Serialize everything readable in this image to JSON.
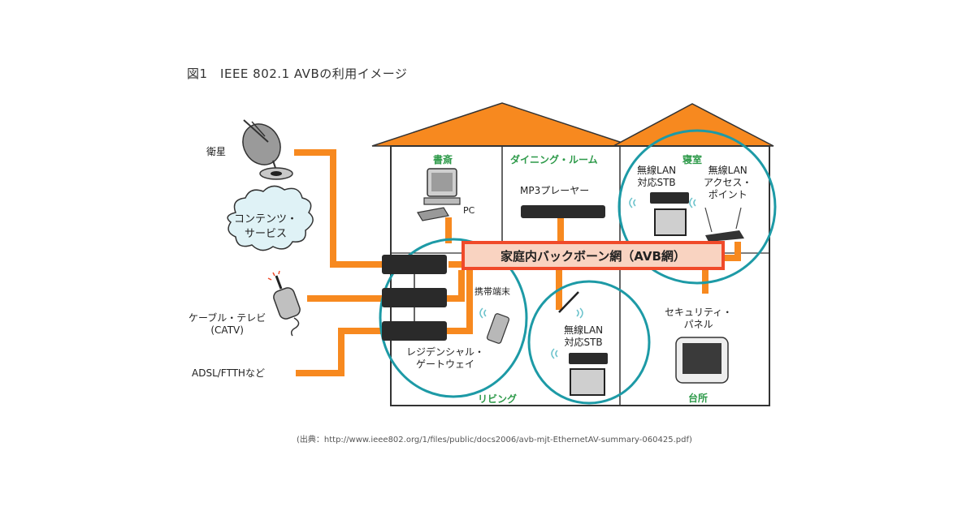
{
  "figure": {
    "title": "図1　IEEE 802.1 AVBの利用イメージ",
    "source": "(出典：http://www.ieee802.org/1/files/public/docs2006/avb-mjt-EthernetAV-summary-060425.pdf)"
  },
  "external": {
    "satellite": "衛星",
    "content_service": [
      "コンテンツ・",
      "サービス"
    ],
    "catv": [
      "ケーブル・テレビ",
      "(CATV)"
    ],
    "adsl": "ADSL/FTTHなど"
  },
  "rooms": {
    "study": "書斎",
    "dining": "ダイニング・ルーム",
    "bedroom": "寝室",
    "living": "リビング",
    "kitchen": "台所"
  },
  "devices": {
    "pc": "PC",
    "mp3": "MP3プレーヤー",
    "bedroom_stb": [
      "無線LAN",
      "対応STB"
    ],
    "access_point": [
      "無線LAN",
      "アクセス・",
      "ポイント"
    ],
    "mobile": "携帯端末",
    "gateway": [
      "レジデンシャル・",
      "ゲートウェイ"
    ],
    "living_stb": [
      "無線LAN",
      "対応STB"
    ],
    "security_panel": [
      "セキュリティ・",
      "パネル"
    ]
  },
  "backbone": {
    "label": "家庭内バックボーン網（AVB網）"
  },
  "colors": {
    "roof": "#f7891f",
    "cable": "#f7891f",
    "backbone_border": "#f04a2a",
    "backbone_fill": "#f9d3c1",
    "wireless_zone": "#1d9aa6",
    "room_label": "#2e9a4a"
  }
}
